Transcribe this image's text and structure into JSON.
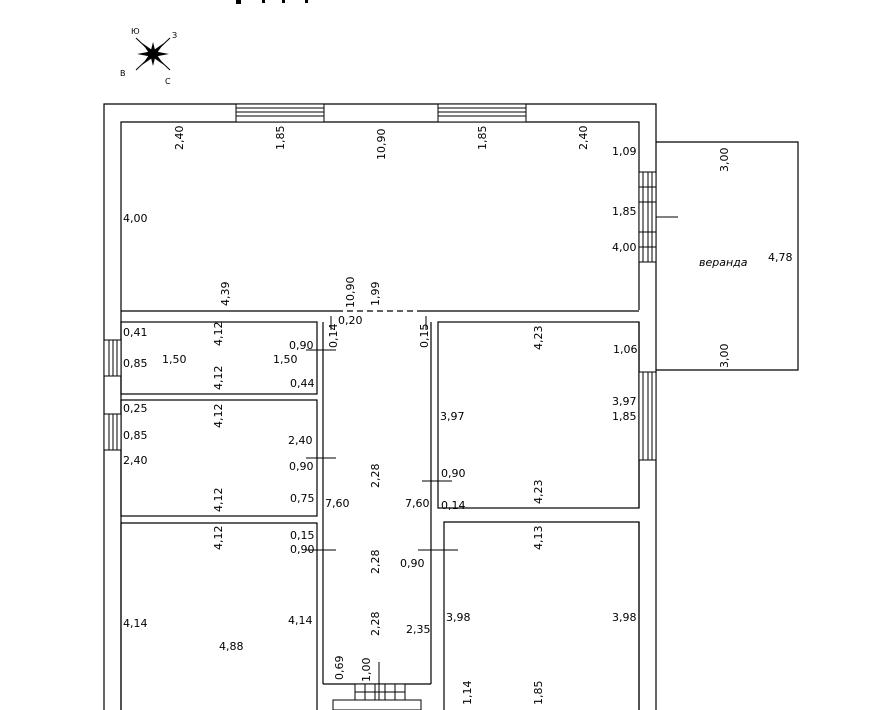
{
  "compass": {
    "north_letter": "Ю",
    "east_letter": "З",
    "west_letter": "В",
    "south_letter": "С"
  },
  "veranda_label": "веранда",
  "dims": {
    "top_240_a": "2,40",
    "top_185_a": "1,85",
    "top_1090": "10,90",
    "top_185_b": "1,85",
    "top_240_b": "2,40",
    "r_109": "1,09",
    "r_185": "1,85",
    "r_400": "4,00",
    "v_300_a": "3,00",
    "v_478": "4,78",
    "v_300_b": "3,00",
    "l_400": "4,00",
    "b_439": "4,39",
    "c_1090": "10,90",
    "c_199": "1,99",
    "c_020": "0,20",
    "c_014": "0,14",
    "c_015": "0,15",
    "r1_041": "0,41",
    "r1_412_a": "4,12",
    "r1_090": "0,90",
    "r1_085": "0,85",
    "r1_150_a": "1,50",
    "r1_150_b": "1,50",
    "r1_412_b": "4,12",
    "r1_044": "0,44",
    "r2_025": "0,25",
    "r2_412_a": "4,12",
    "r2_085": "0,85",
    "r2_240_a": "2,40",
    "r2_240_b": "2,40",
    "r2_090": "0,90",
    "r2_412_b": "4,12",
    "r2_075": "0,75",
    "h_760_a": "7,60",
    "h_228_a": "2,28",
    "h_760_b": "7,60",
    "h_228_b": "2,28",
    "h_228_c": "2,28",
    "h_235": "2,35",
    "h_069": "0,69",
    "h_100": "1,00",
    "r3_412": "4,12",
    "r3_015": "0,15",
    "r3_090": "0,90",
    "r3_414_a": "4,14",
    "r3_414_b": "4,14",
    "r3_488": "4,88",
    "rr1_423_a": "4,23",
    "rr1_106": "1,06",
    "rr1_397_a": "3,97",
    "rr1_397_b": "3,97",
    "rr1_185": "1,85",
    "rr1_090": "0,90",
    "rr1_014": "0,14",
    "rr1_423_b": "4,23",
    "rr2_413": "4,13",
    "rr2_090": "0,90",
    "rr2_398_a": "3,98",
    "rr2_398_b": "3,98",
    "rr2_114": "1,14",
    "rr2_185": "1,85"
  }
}
